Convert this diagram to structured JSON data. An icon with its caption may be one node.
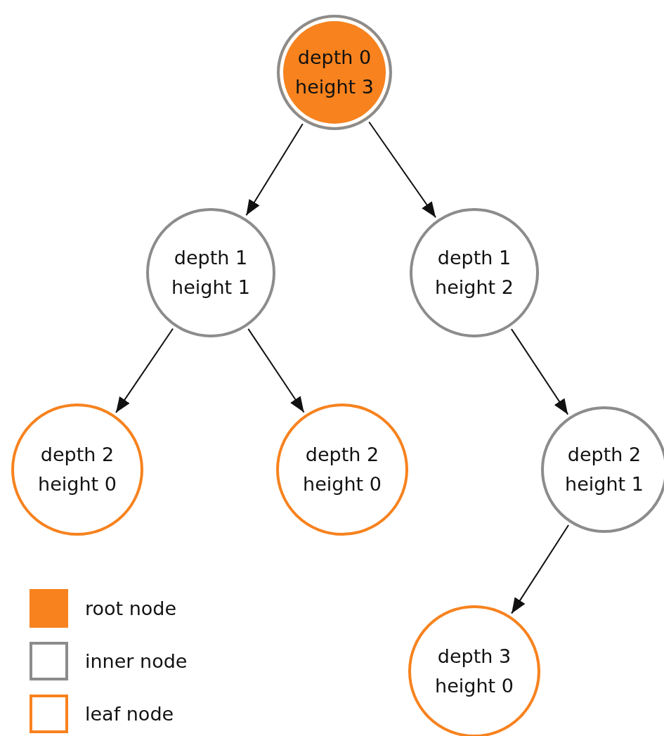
{
  "diagram": {
    "nodes": [
      {
        "text": [
          "depth 0 height 3"
        ]
      },
      {
        "text": [
          "depth 1 height 1"
        ]
      },
      {
        "text": [
          "depth 1 height 2"
        ]
      },
      {
        "text": [
          "depth 2 height 0"
        ]
      },
      {
        "text": [
          "depth 2 height 0"
        ]
      },
      {
        "text": [
          "depth 2 height 1"
        ]
      },
      {
        "text": [
          "depth 3 height 0"
        ]
      }
    ],
    "edges": [
      {
        "from": 0,
        "to": 1,
        "arrow": "to"
      },
      {
        "from": 0,
        "to": 2,
        "arrow": "to"
      },
      {
        "from": 1,
        "to": 3,
        "arrow": "to"
      },
      {
        "from": 1,
        "to": 4,
        "arrow": "to"
      },
      {
        "from": 2,
        "to": 5,
        "arrow": "to"
      },
      {
        "from": 5,
        "to": 6,
        "arrow": "to"
      }
    ],
    "legend": [
      {
        "text": "root node",
        "color": "#f7821e"
      },
      {
        "text": "inner node",
        "color": "#8c8c8c"
      },
      {
        "text": "leaf node",
        "color": "#f7821e"
      }
    ]
  }
}
